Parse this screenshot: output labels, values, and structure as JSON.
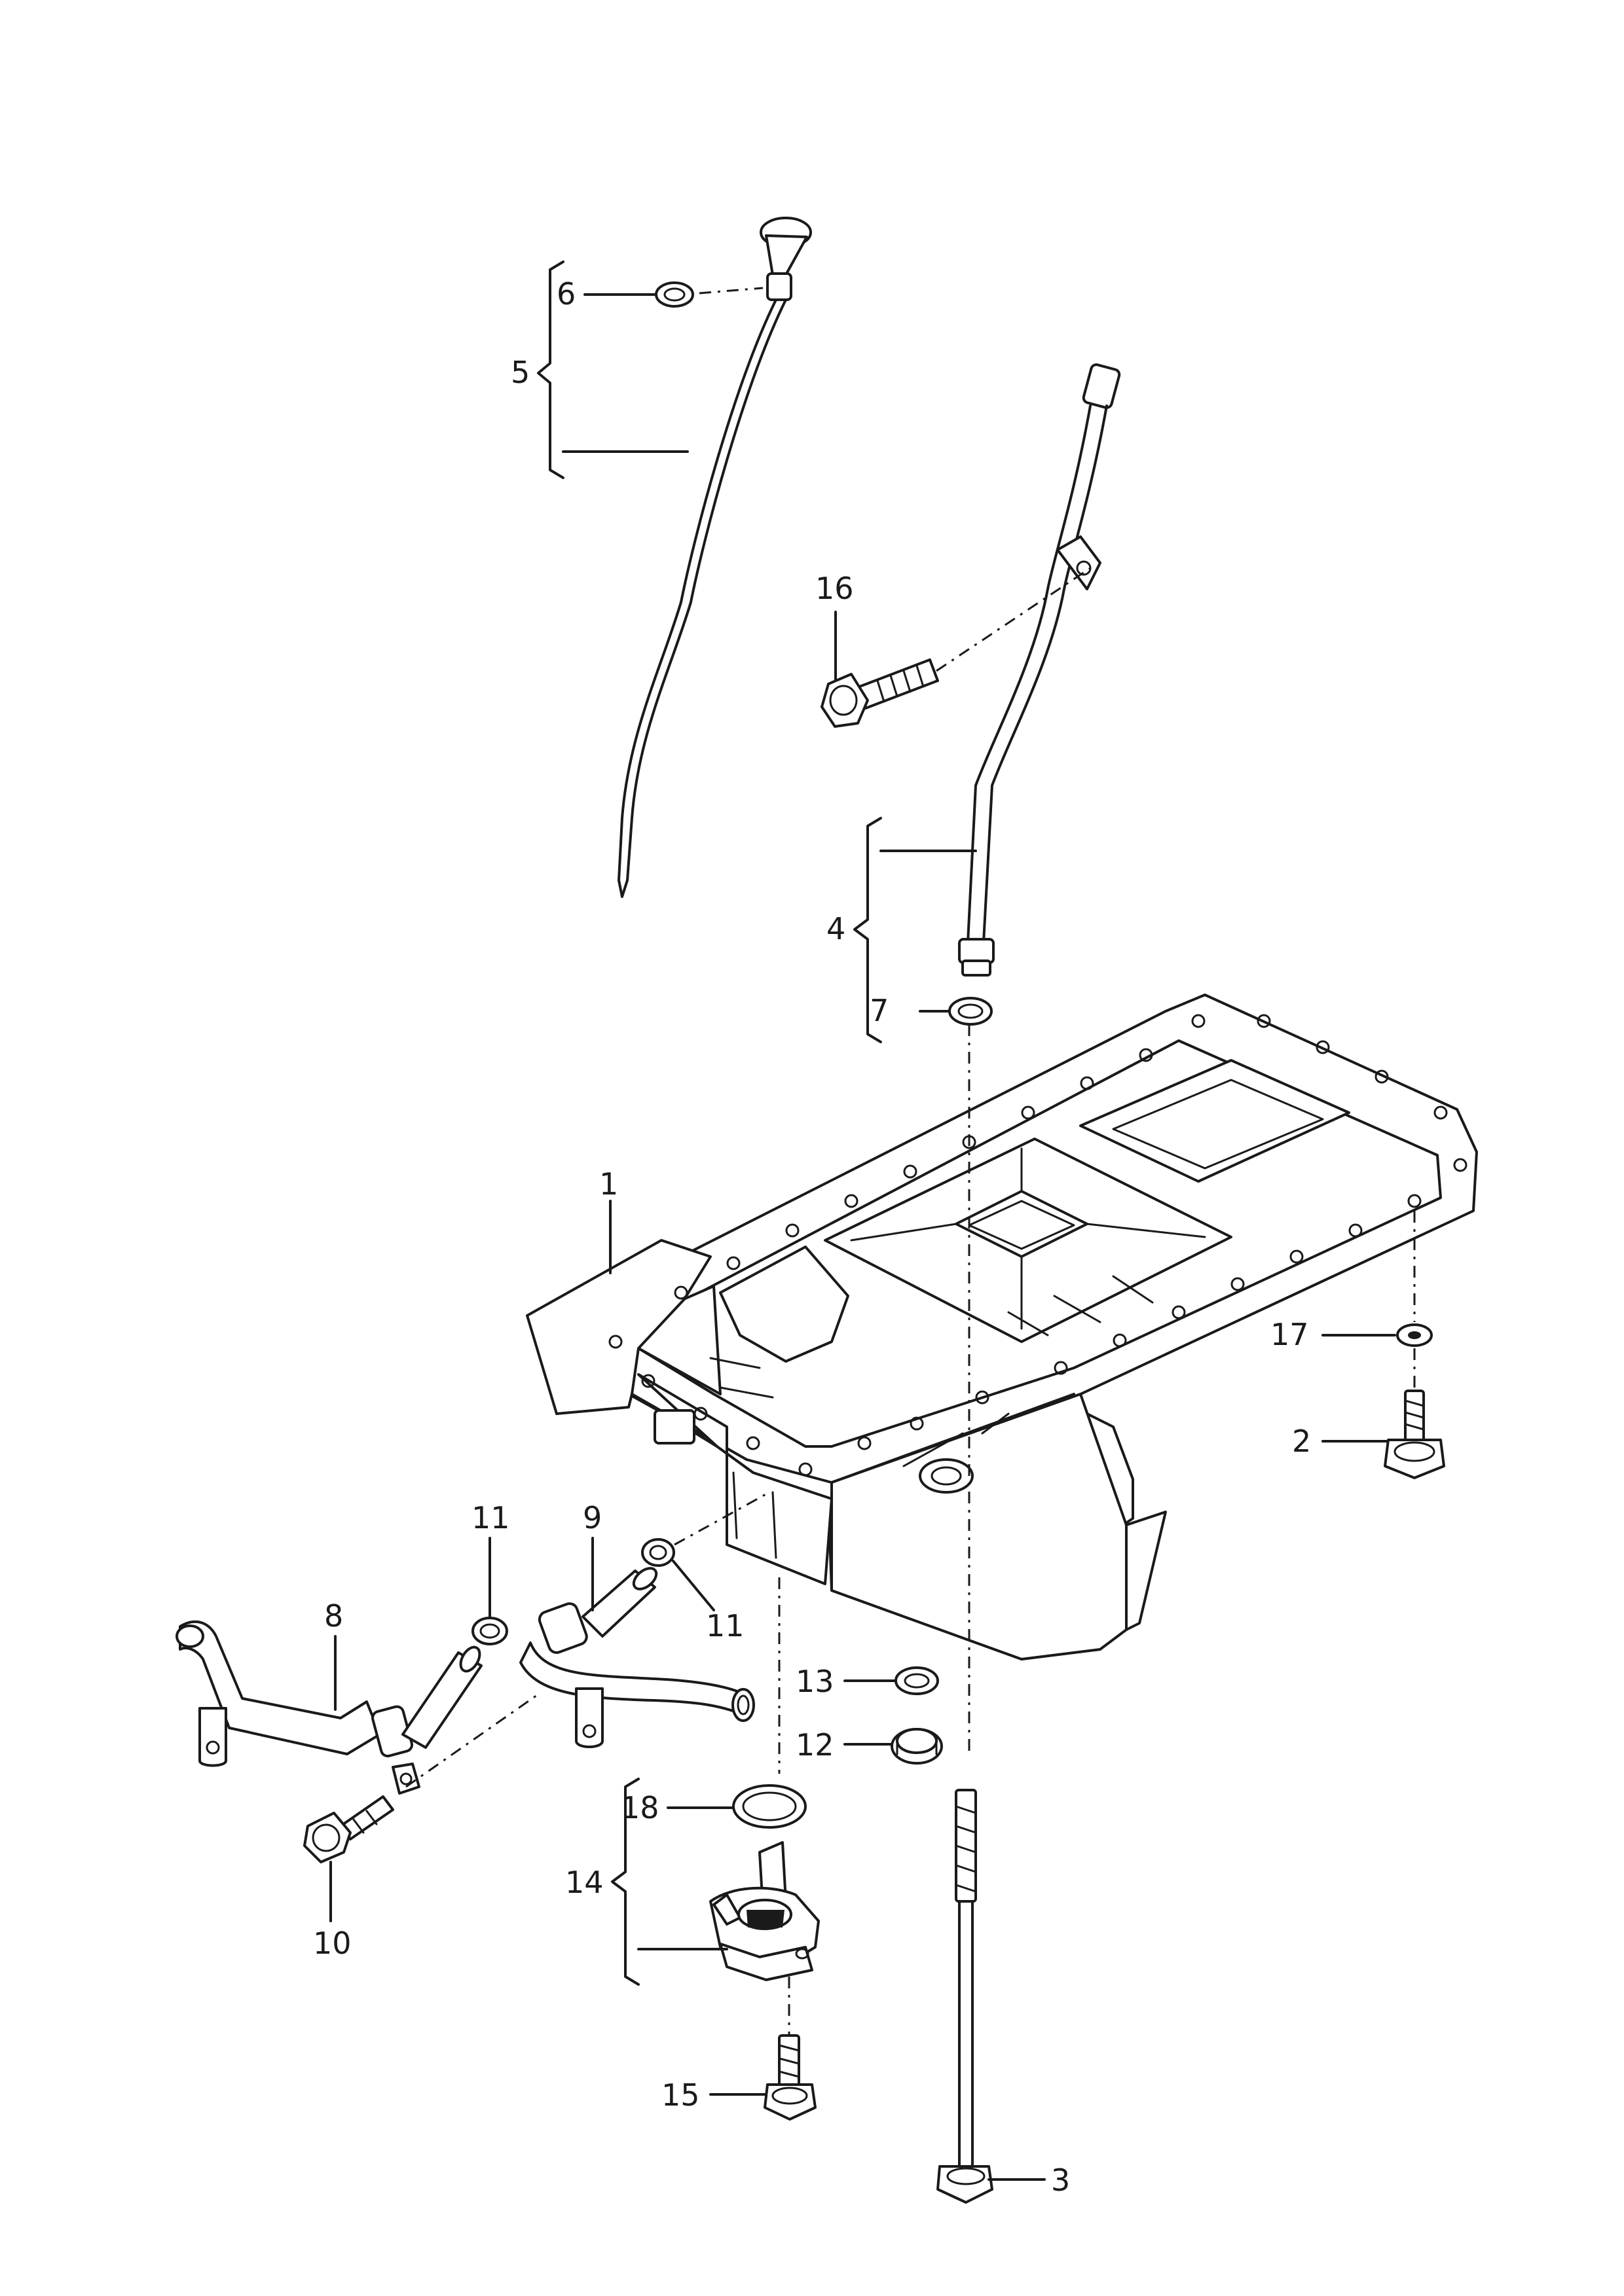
{
  "callouts": {
    "c1": "1",
    "c2": "2",
    "c3": "3",
    "c4": "4",
    "c5": "5",
    "c6": "6",
    "c7": "7",
    "c8": "8",
    "c9": "9",
    "c10": "10",
    "c11a": "11",
    "c11b": "11",
    "c12": "12",
    "c13": "13",
    "c14": "14",
    "c15": "15",
    "c16": "16",
    "c17": "17",
    "c18": "18"
  },
  "colors": {
    "line": "#1a1a1a",
    "background": "#ffffff"
  }
}
